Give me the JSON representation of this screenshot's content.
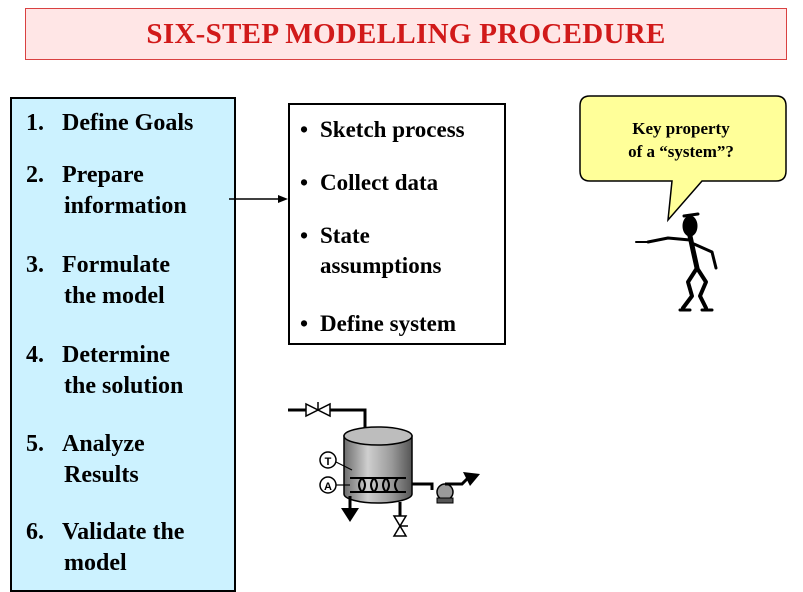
{
  "title": "SIX-STEP MODELLING PROCEDURE",
  "steps": [
    {
      "num": "1.",
      "lines": [
        "Define Goals"
      ]
    },
    {
      "num": "2.",
      "lines": [
        "Prepare",
        "information"
      ]
    },
    {
      "num": "3.",
      "lines": [
        "Formulate",
        "the model"
      ]
    },
    {
      "num": "4.",
      "lines": [
        "Determine",
        "the solution"
      ]
    },
    {
      "num": "5.",
      "lines": [
        "Analyze",
        "Results"
      ]
    },
    {
      "num": "6.",
      "lines": [
        "Validate the",
        "model"
      ]
    }
  ],
  "bullets": [
    {
      "symbol": "•",
      "lines": [
        "Sketch process"
      ]
    },
    {
      "symbol": "•",
      "lines": [
        "Collect data"
      ]
    },
    {
      "symbol": "•",
      "lines": [
        "State",
        "assumptions"
      ]
    },
    {
      "symbol": "•",
      "lines": [
        "Define system"
      ]
    }
  ],
  "callout": {
    "lines": [
      "Key property",
      "of a “system”?"
    ]
  },
  "instruments": {
    "temperature": "T",
    "analyzer": "A"
  },
  "colors": {
    "title_text": "#d11a1a",
    "title_bg": "#ffe6e6",
    "steps_bg": "#ccf2ff",
    "bubble_fill": "#ffff99"
  }
}
